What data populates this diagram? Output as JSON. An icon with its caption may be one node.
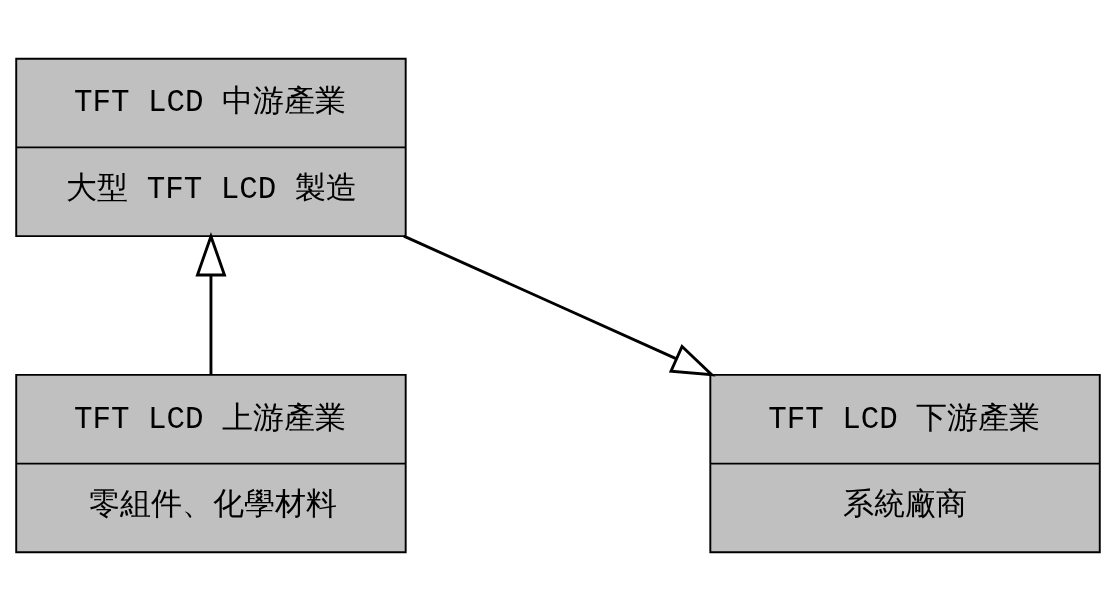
{
  "diagram": {
    "nodes": [
      {
        "text": [
          "TFT LCD 上游產業",
          "零組件、化學材料"
        ]
      },
      {
        "text": [
          "TFT LCD 中游產業",
          "大型 TFT LCD 製造"
        ]
      },
      {
        "text": [
          "TFT LCD 下游產業",
          "系統廠商"
        ]
      }
    ],
    "edges": [
      {
        "from": 0,
        "to": 1,
        "arrow": "to"
      },
      {
        "from": 1,
        "to": 2,
        "arrow": "to"
      }
    ]
  }
}
